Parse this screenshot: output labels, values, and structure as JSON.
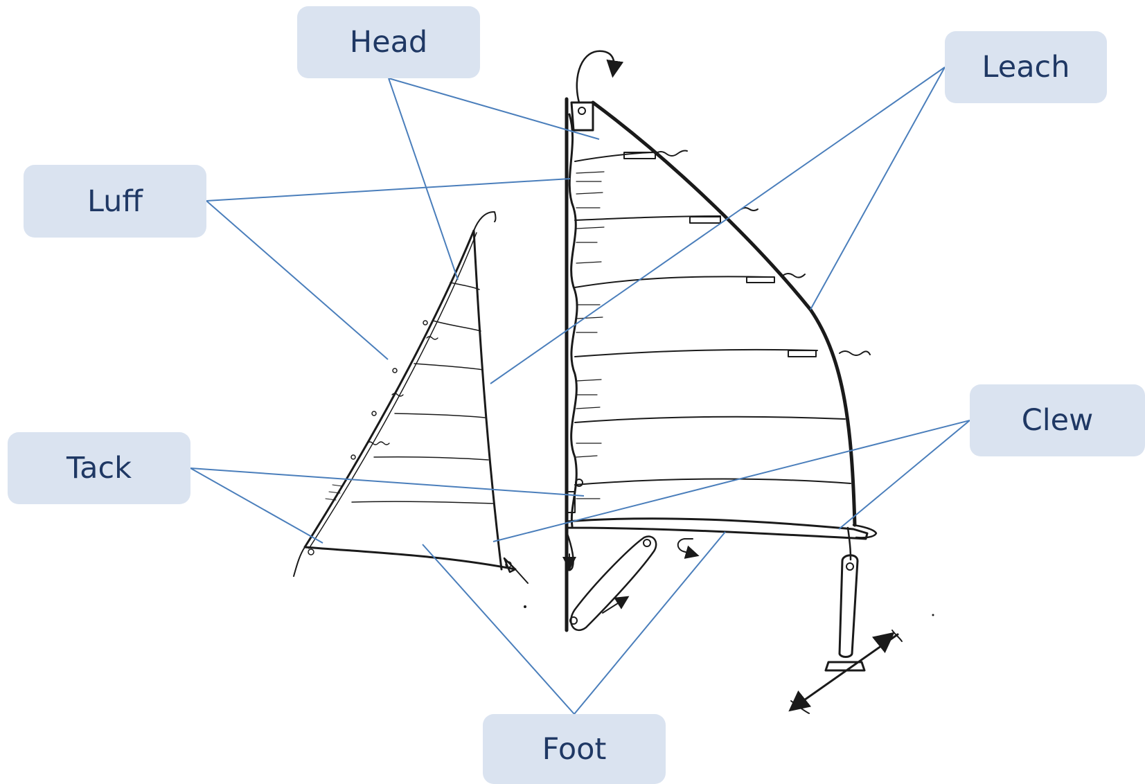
{
  "labels": {
    "head": "Head",
    "leach": "Leach",
    "luff": "Luff",
    "clew": "Clew",
    "tack": "Tack",
    "foot": "Foot"
  },
  "colors": {
    "label_background": "#dae3f0",
    "label_text": "#1f3864",
    "leader_line": "#4a7ebb",
    "sketch_ink": "#1a1a1a"
  }
}
